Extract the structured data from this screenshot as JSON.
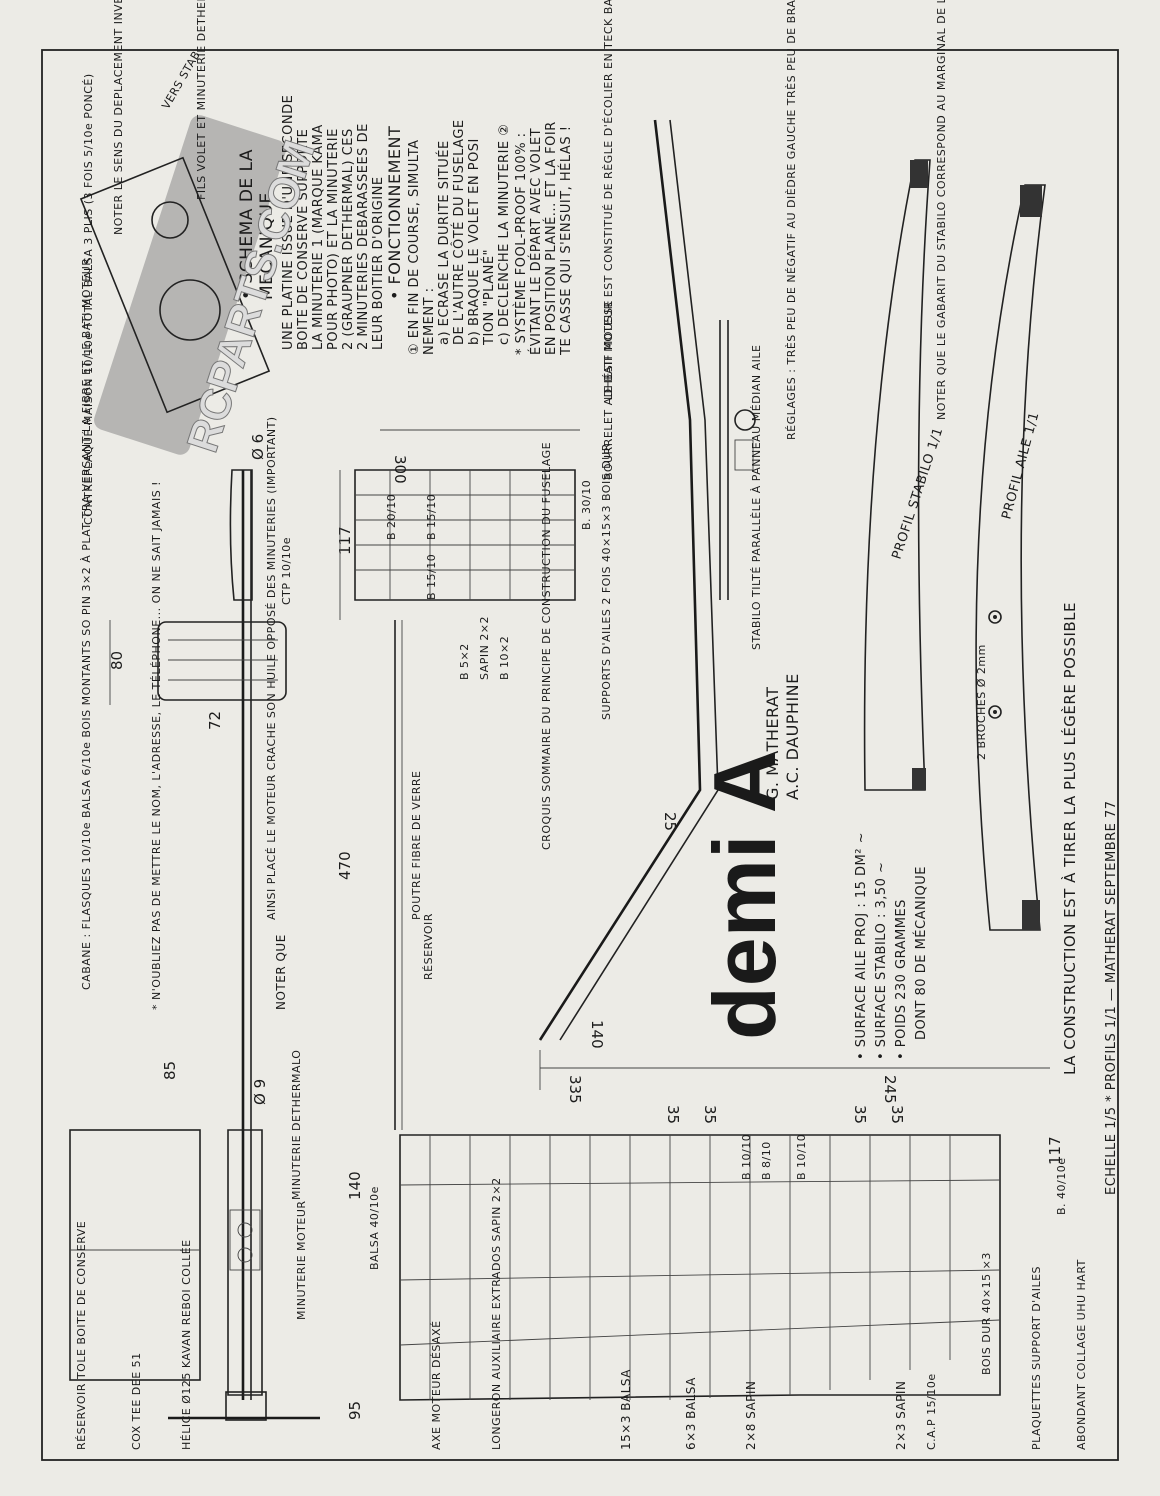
{
  "title": {
    "name": "demi A",
    "author_line1": "G. MATHERAT",
    "author_line2": "A.C. DAUPHINE"
  },
  "watermark": "RCPARTS.COM",
  "footer": {
    "construction_note": "LA CONSTRUCTION EST À TIRER LA PLUS LÉGÈRE POSSIBLE",
    "scale_line": "ECHELLE 1/5  *  PROFILS 1/1 — MATHERAT SEPTEMBRE 77"
  },
  "specs": {
    "surface_aile": "• SURFACE AILE PROJ : 15 DM² ~",
    "surface_stabilo": "• SURFACE STABILO : 3,50 ~",
    "poids": "• POIDS 230 GRAMMES",
    "poids_detail": "DONT 80 DE MÉCANIQUE"
  },
  "mechanism": {
    "heading1": "• SCHEMA DE LA",
    "heading2": "MECANIQUE",
    "line1": "UNE PLATINE ISSUE D'UNE SECONDE",
    "line2": "BOITE DE CONSERVE SUPPORTE",
    "line3": "LA MINUTERIE 1 (MARQUE KAMA",
    "line4": "POUR PHOTO) ET LA MINUTERIE",
    "line5": "2 (GRAUPNER DETHERMAL) CES",
    "line6": "2 MINUTERIES DEBARASSEES DE",
    "line7": "LEUR BOITIER D'ORIGINE",
    "heading3": "• FONCTIONNEMENT",
    "f1": "① EN FIN DE COURSE, SIMULTA",
    "f2": "NEMENT :",
    "f3": "a) ECRASE LA DURITE SITUÉE",
    "f4": "DE L'AUTRE CÔTÉ DU FUSELAGE",
    "f5": "b) BRAQUE LE VOLET EN POSI",
    "f6": "TION \"PLANÉ\"",
    "f7": "c) DECLENCHE LA MINUTERIE ②",
    "f8": "* SYSTÈME FOOL-PROOF 100% :",
    "f9": "ÉVITANT LE DÉPART AVEC VOLET",
    "f10": "EN POSITION PLANÉ... ET LA FOIR",
    "f11": "TE CASSE QUI S'ENSUIT, HÉLAS !"
  },
  "annotations": {
    "voir_stab": "NOTER LE SENS DU DEPLACEMENT INVERSÉ PAR RAPPORT À L'ORIGINAL",
    "fils_volet": "FILS VOLET ET MINUTERIE DETHERMALO",
    "vers_stab": "VERS STAB",
    "contreplaque": "CONTREPLAQUÉ MAISON 10/10e TOTAL BALSA 3 PLIS (3 FOIS 5/10e PONCÉ)",
    "ctp": "CTP 10/10e",
    "bati_moteur": "LE BATI MOTEUR EST CONSTITUÉ DE RÈGLE D'ÉCOLIER EN TECK BAKELISÉ AMENÉ À DIMENSION",
    "reglages": "RÉGLAGES : TRÈS PEU DE NÉGATIF AU DIÈDRE GAUCHE TRÈS PEU DE BRAQUAGE DROITE MOTEUR TILT AU STABILO",
    "gabarit": "NOTER QUE LE GABARIT DU STABILO CORRESPOND AU MARGINAL DE L'AILE...",
    "bourrelet": "BOURRELET ADHÉSIF MOUSSE",
    "stabilo_tilte": "STABILO TILTÉ PARALLÈLE À PANNEAU MÉDIAN AILE",
    "supports": "SUPPORTS D'AILES 2 FOIS 40×15×3 BOIS DUR",
    "croquis": "CROQUIS SOMMAIRE DU PRINCIPE DE CONSTRUCTION DU FUSELAGE",
    "poutre": "POUTRE FIBRE DE VERRE",
    "reservoir_small": "RÉSERVOIR",
    "noter_que": "NOTER QUE",
    "ainsi_place": "AINSI PLACÉ LE MOTEUR CRACHE SON HUILE OPPOSÉ DES MINUTERIES (IMPORTANT)",
    "nublie": "* N'OUBLIEZ PAS DE METTRE LE NOM, L'ADRESSE, LE TÉLÉPHONE... ON NE SAIT JAMAIS !",
    "cabane": "CABANE : FLASQUES 10/10e BALSA 6/10e BOIS MONTANTS SO PIN 3×2 À PLAT TRA VERSANT LA FIBRE ET LE BATI MOTEUR",
    "minuterie_deth": "MINUTERIE DETHERMALO",
    "minuterie_mot": "MINUTERIE MOTEUR",
    "reservoir": "RÉSERVOIR TOLE BOITE DE CONSERVE",
    "cox": "COX TEE DEE 51",
    "helice": "HÉLICE Ø125 KAVAN REBOI COLLÉE",
    "axe_moteur": "AXE MOTEUR DÉSAXÉ",
    "longeron": "LONGERON AUXILIAIRE EXTRADOS SAPIN 2×2",
    "balsa_4010": "BALSA 40/10e",
    "sapin_2x3": "2×3 SAPIN",
    "cap": "C.A.P 15/10e",
    "bois_dur": "BOIS DUR 40×15 ×3",
    "plaquettes": "PLAQUETTES SUPPORT D'AILES",
    "abondant": "ABONDANT COLLAGE UHU HART",
    "profil_stabilo": "PROFIL STABILO 1/1",
    "profil_aile": "PROFIL AILE 1/1",
    "broches": "2 BROCHES Ø 2mm",
    "b_30_10": "B. 30/10",
    "b_40_10": "B. 40/10e",
    "b_20_10": "B 20/10",
    "b_15_10": "B 15/10",
    "b_5x2": "B 5×2",
    "sapin_2x2": "SAPIN 2×2",
    "b_10x2": "B 10×2",
    "b_15_10b": "B 15/10",
    "b_10_10": "B 10/10",
    "b_8_10": "B 8/10",
    "b_10_10c": "B 10/10"
  },
  "spars": {
    "s1": "15×3 BALSA",
    "s2": "6×3 BALSA",
    "s3": "2×8 SAPIN"
  },
  "dimensions": {
    "d80": "80",
    "d72": "72",
    "d470": "470",
    "d85": "85",
    "d95": "95",
    "d140": "140",
    "d117": "117",
    "d117b": "117",
    "d300": "300",
    "d335": "335",
    "d245": "245",
    "d140b": "140",
    "d25": "25",
    "d35a": "35",
    "d35b": "35",
    "d35c": "35",
    "d35d": "35",
    "phi6": "Ø 6",
    "phi9": "Ø 9"
  }
}
